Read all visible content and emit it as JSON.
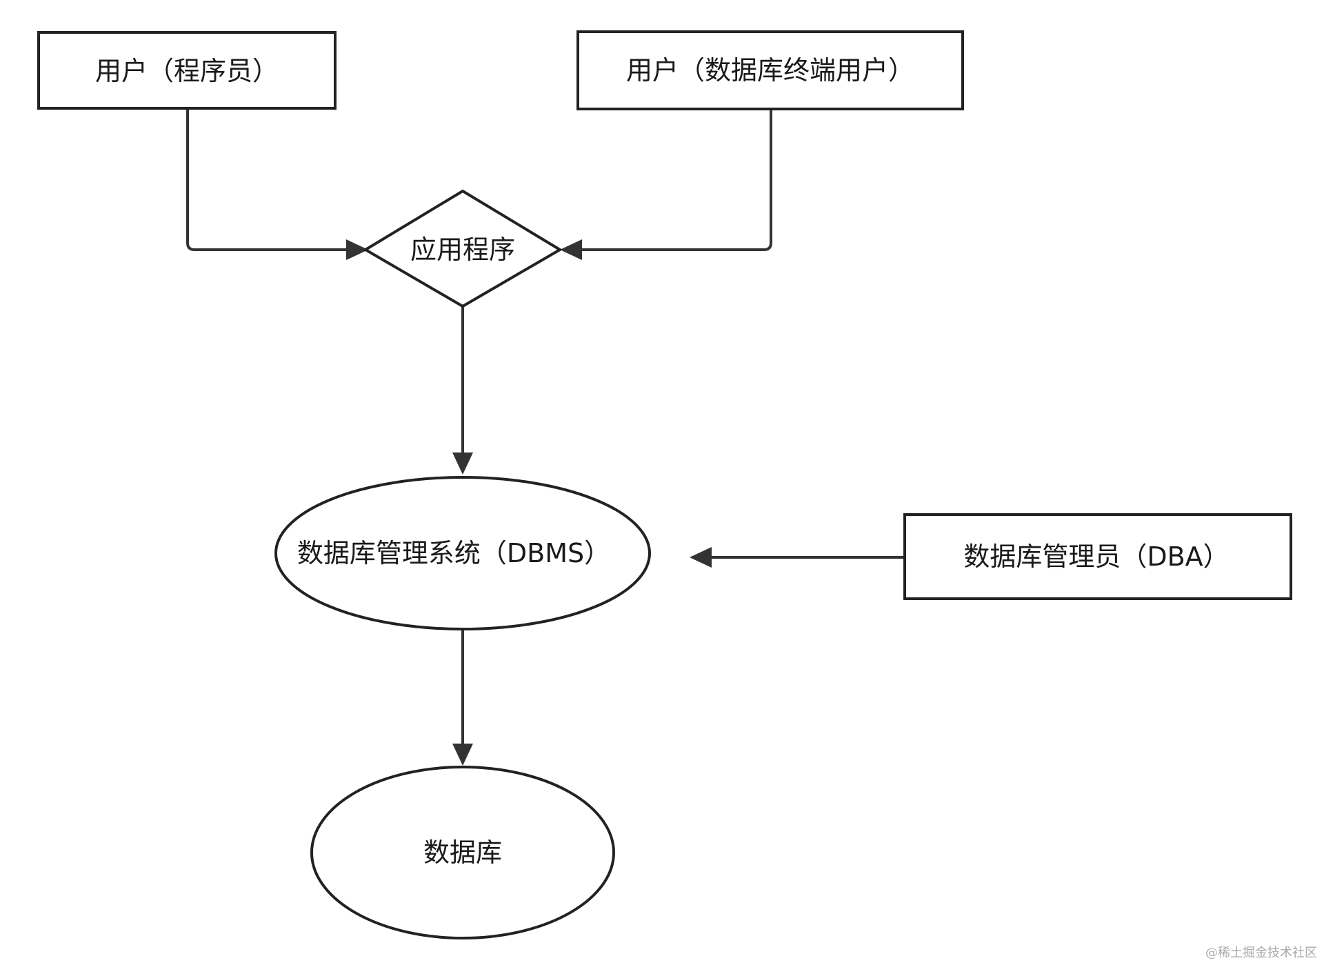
{
  "diagram": {
    "nodes": {
      "programmer_user": {
        "label": "用户（程序员）"
      },
      "end_user": {
        "label": "用户（数据库终端用户）"
      },
      "application": {
        "label": "应用程序"
      },
      "dbms": {
        "label": "数据库管理系统（DBMS）"
      },
      "dba": {
        "label": "数据库管理员（DBA）"
      },
      "database": {
        "label": "数据库"
      }
    },
    "edges": [
      {
        "from": "programmer_user",
        "to": "application"
      },
      {
        "from": "end_user",
        "to": "application"
      },
      {
        "from": "application",
        "to": "dbms"
      },
      {
        "from": "dba",
        "to": "dbms"
      },
      {
        "from": "dbms",
        "to": "database"
      }
    ]
  },
  "watermark": "@稀土掘金技术社区",
  "colors": {
    "stroke": "#222222",
    "edge": "#333333",
    "background": "#ffffff",
    "watermark": "#a8a8a8"
  }
}
